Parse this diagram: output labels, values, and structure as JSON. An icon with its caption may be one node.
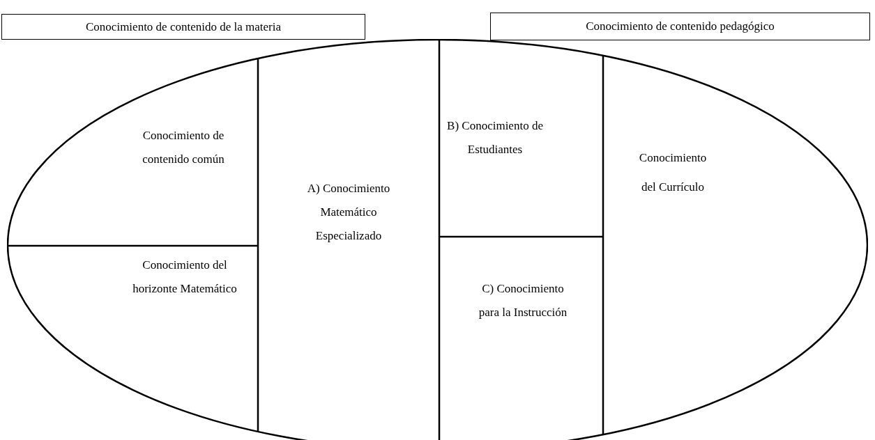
{
  "diagram": {
    "nodes": [
      {
        "text": [
          "Conocimiento de contenido de la materia"
        ]
      },
      {
        "text": [
          "Conocimiento de contenido pedagógico"
        ]
      },
      {
        "text": [],
        "shape": "ellipse"
      },
      {
        "text": [
          "Conocimiento de contenido común"
        ],
        "in": 2
      },
      {
        "text": [
          "Conocimiento del horizonte Matemático"
        ],
        "in": 2
      },
      {
        "text": [
          "A) Conocimiento Matemático Especializado"
        ],
        "in": 2
      },
      {
        "text": [
          "B) Conocimiento de Estudiantes"
        ],
        "in": 2
      },
      {
        "text": [
          "C) Conocimiento para la Instrucción"
        ],
        "in": 2
      },
      {
        "text": [
          "Conocimiento del Currículo"
        ],
        "in": 2
      }
    ],
    "edges": []
  }
}
